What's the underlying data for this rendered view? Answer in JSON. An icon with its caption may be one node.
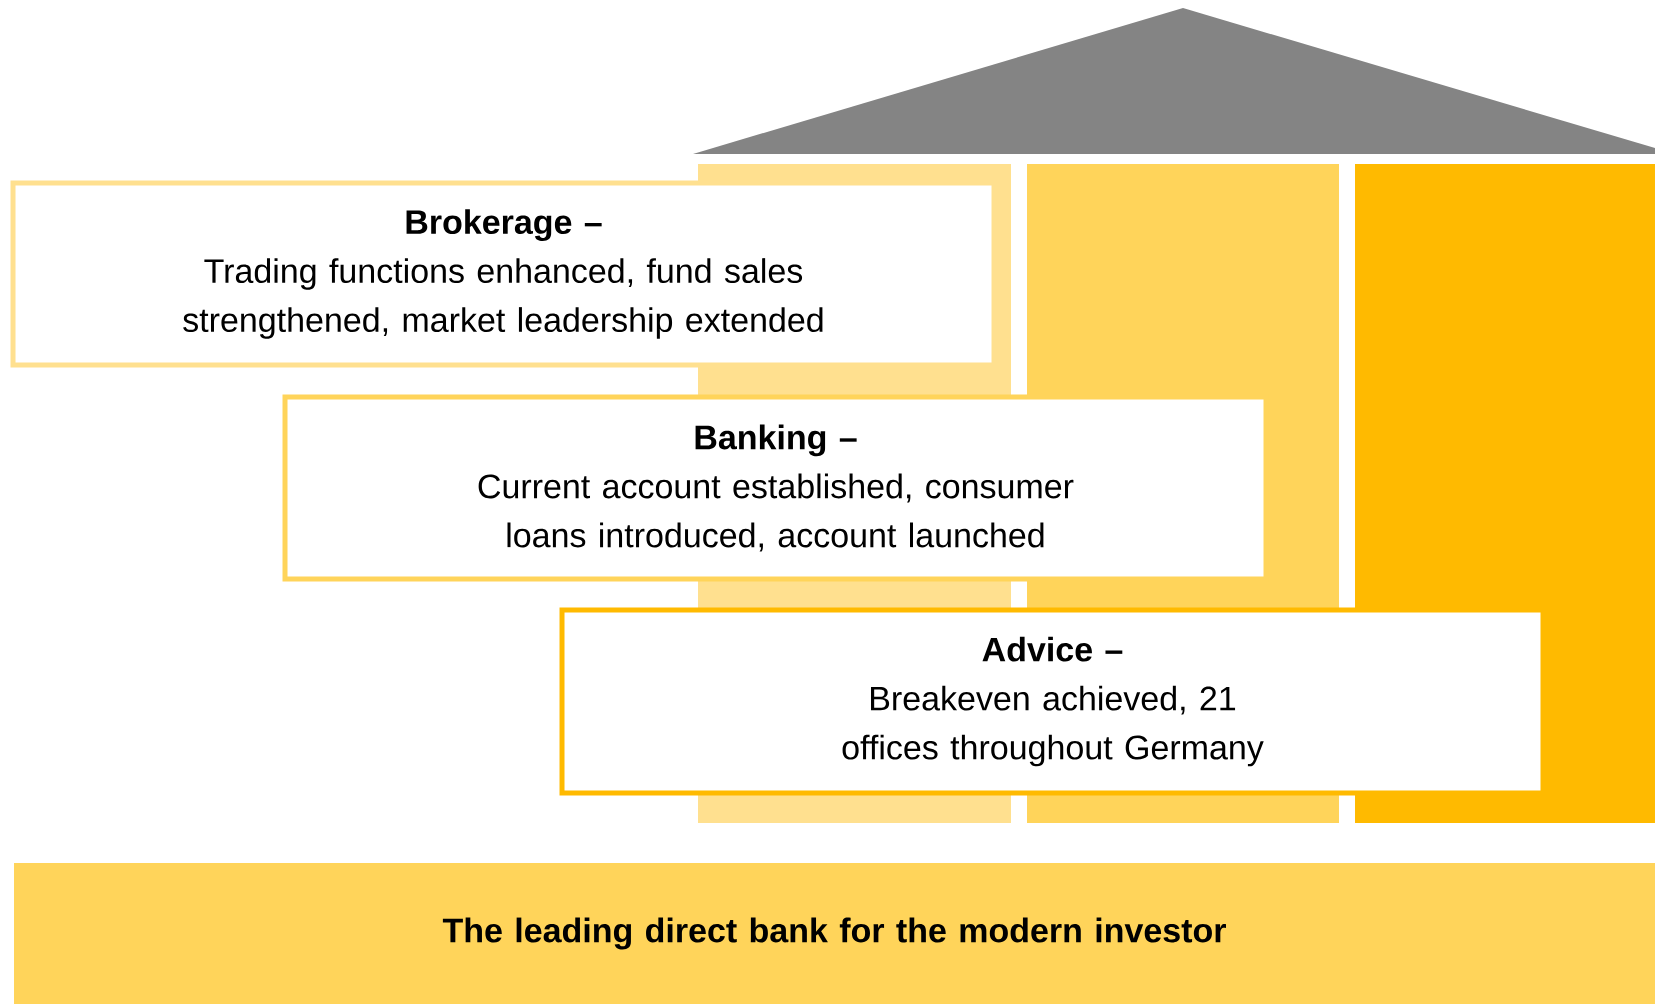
{
  "diagram": {
    "nodes": [
      {
        "text": [
          "Brokerage –",
          "Trading functions enhanced, fund sales strengthened, market leadership extended"
        ]
      },
      {
        "text": [
          "Banking –",
          "Current account established, consumer loans introduced, account launched"
        ]
      },
      {
        "text": [
          "Advice –",
          "Breakeven achieved, 21 offices throughout Germany"
        ]
      },
      {
        "text": [
          "The leading direct bank for the modern investor"
        ]
      }
    ]
  }
}
